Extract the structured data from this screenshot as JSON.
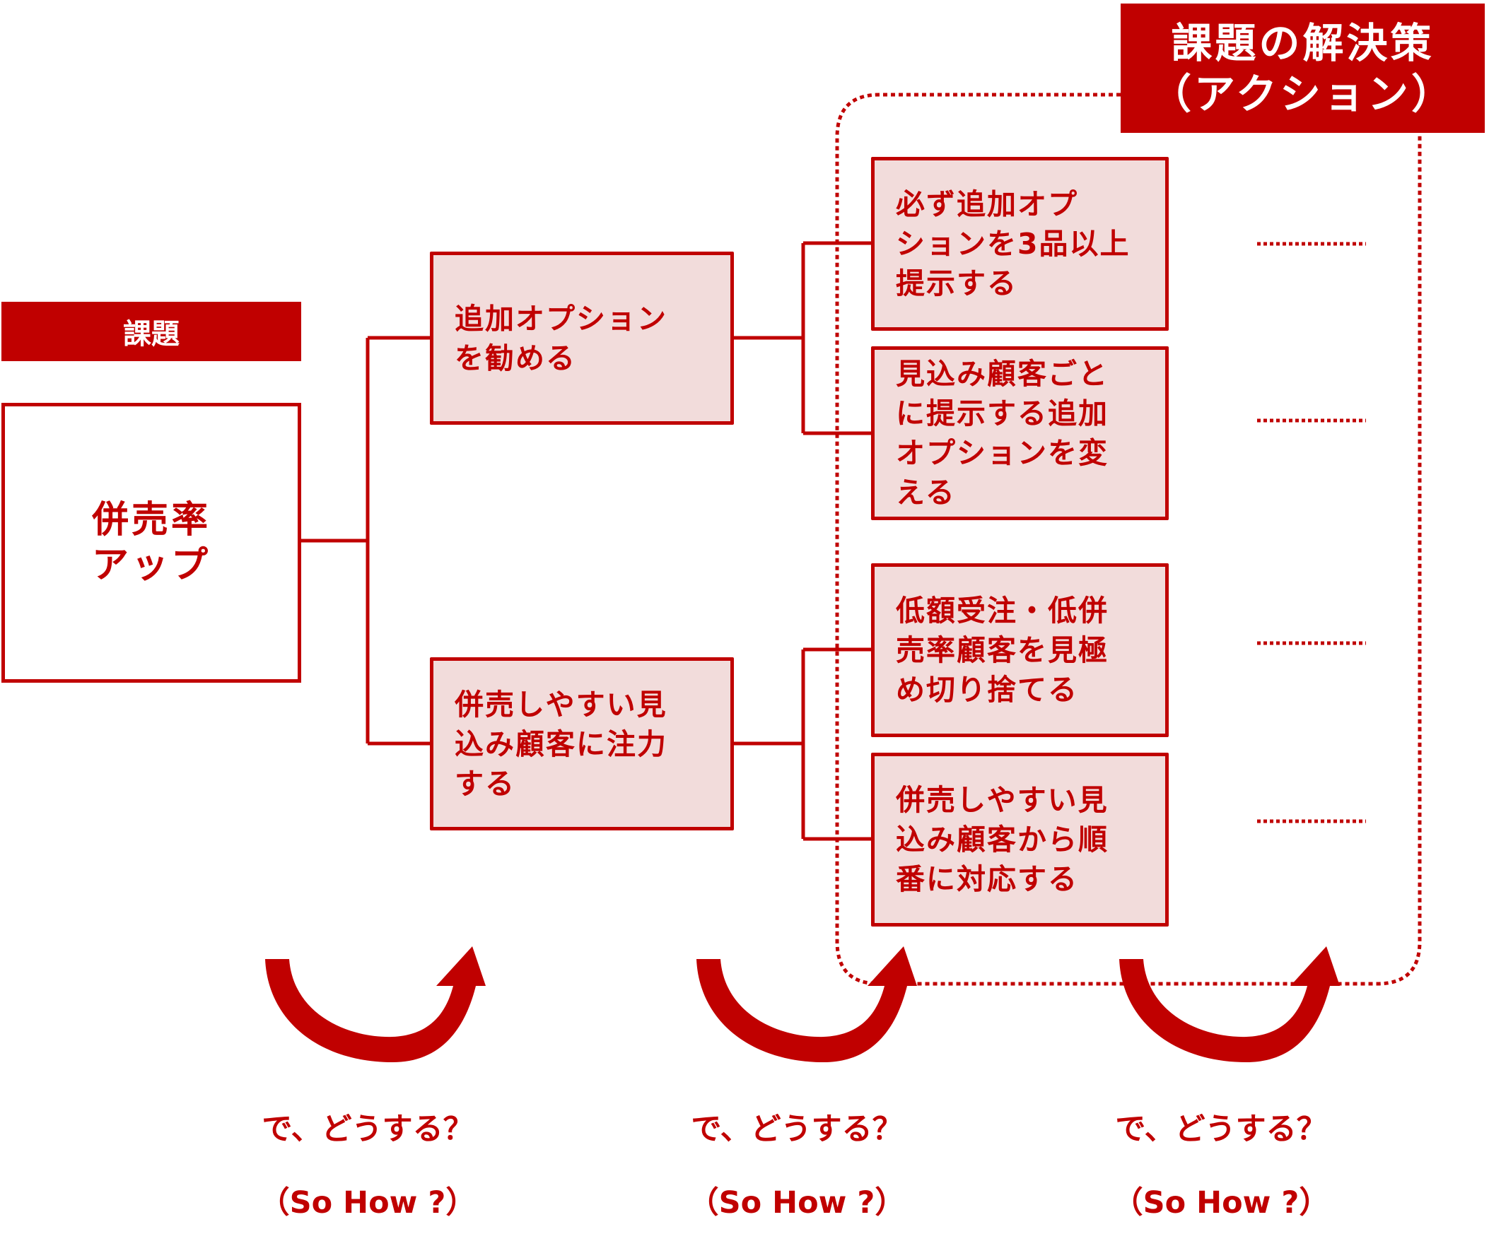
{
  "colors": {
    "accent": "#C00000",
    "box_fill": "#F2DCDB",
    "background": "#FFFFFF"
  },
  "header": {
    "title_line1": "課題の解決策",
    "title_line2": "（アクション）"
  },
  "issue": {
    "label": "課題",
    "title": "併売率\nアップ"
  },
  "branches": [
    {
      "label": "追加オプション\nを勧める",
      "leaves": [
        {
          "label": "必ず追加オプ\nションを3品以上\n提示する"
        },
        {
          "label": "見込み顧客ごと\nに提示する追加\nオプションを変\nえる"
        }
      ]
    },
    {
      "label": "併売しやすい見\n込み顧客に注力\nする",
      "leaves": [
        {
          "label": "低額受注・低併\n売率顧客を見極\nめ切り捨てる"
        },
        {
          "label": "併売しやすい見\n込み顧客から順\n番に対応する"
        }
      ]
    }
  ],
  "so_how": [
    {
      "line1": "で、どうする？",
      "line2": "（So How ?）",
      "icon": "curved-arrow-icon"
    },
    {
      "line1": "で、どうする？",
      "line2": "（So How ?）",
      "icon": "curved-arrow-icon"
    },
    {
      "line1": "で、どうする？",
      "line2": "（So How ?）",
      "icon": "curved-arrow-icon"
    }
  ]
}
